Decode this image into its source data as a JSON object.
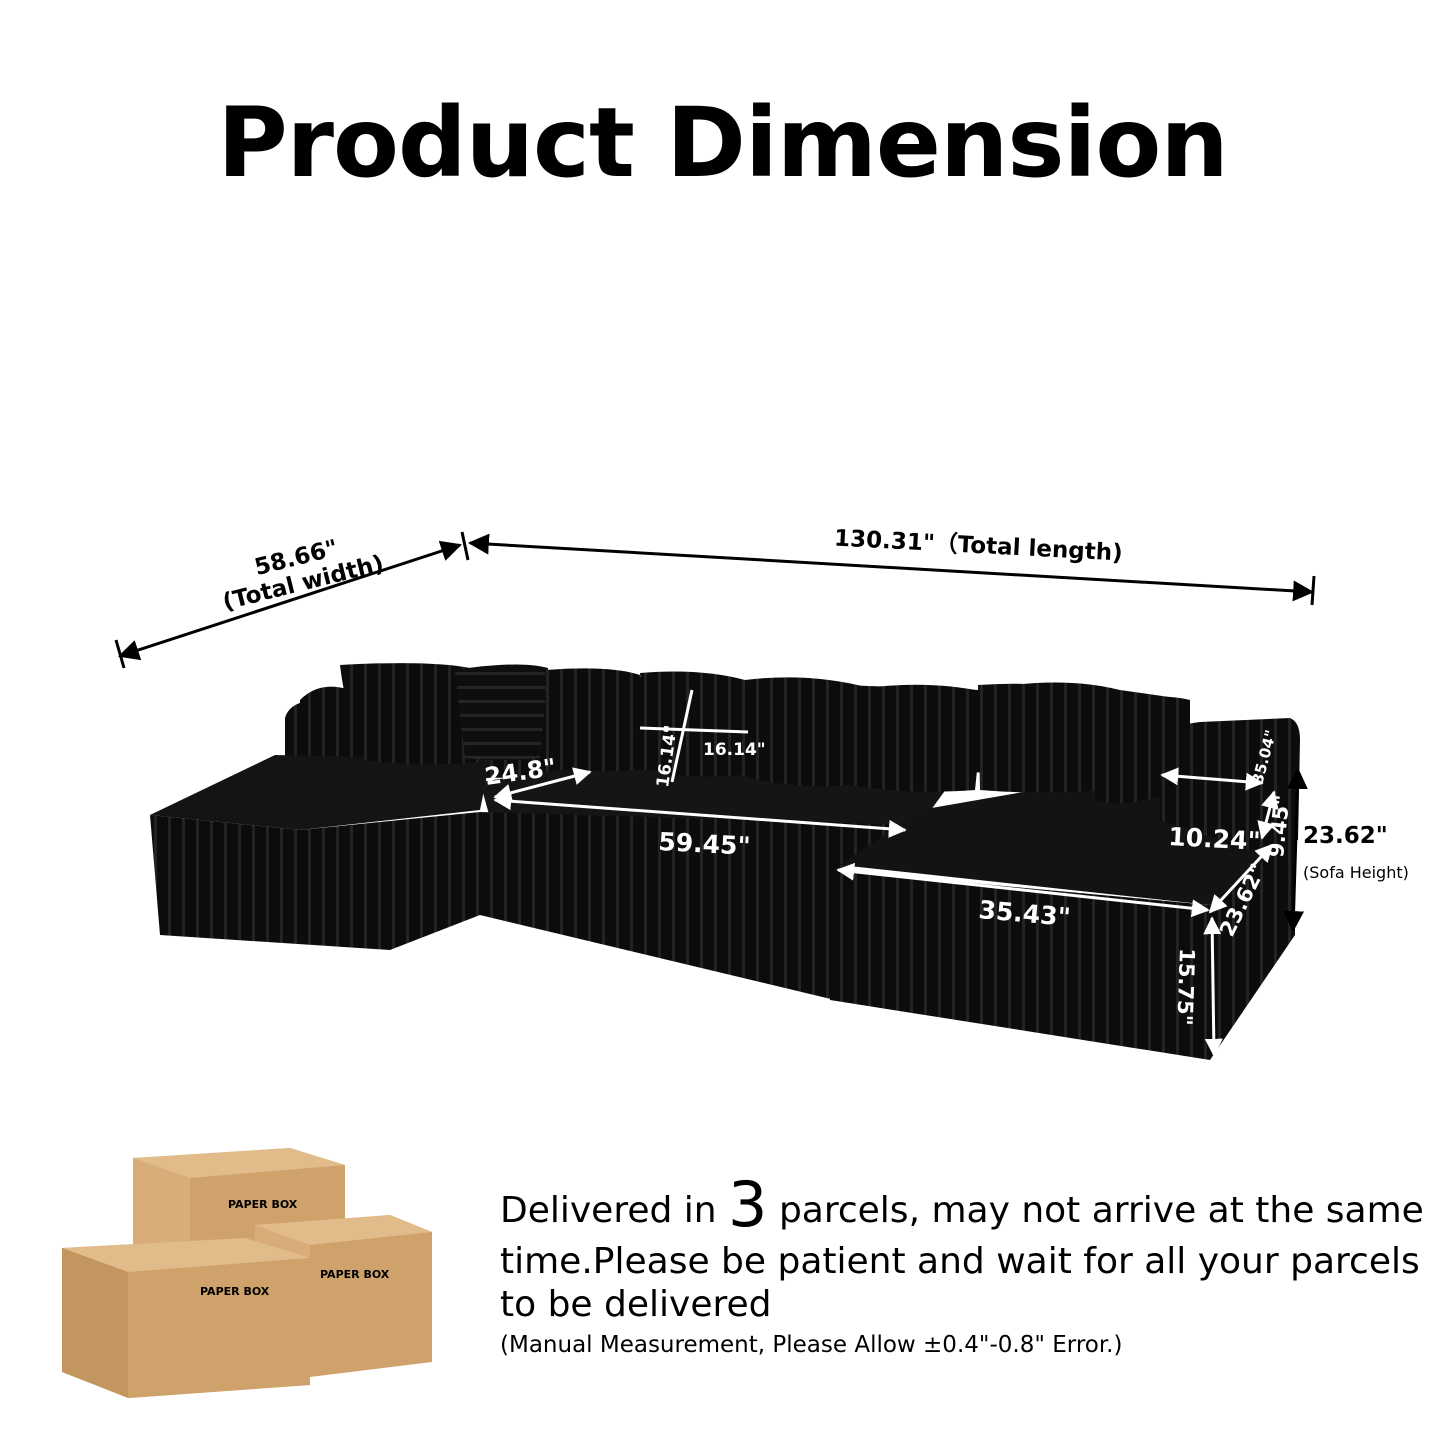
{
  "title": "Product Dimension",
  "colors": {
    "sofa": "#0c0c0c",
    "sofa_rib": "#262626",
    "box": "#d8ad7a",
    "box_dark": "#c3965f",
    "tape": "#bfae8f"
  },
  "dimensions": {
    "total_width_value": "58.66\"",
    "total_width_caption": "(Total width)",
    "total_length": "130.31\"（Total length)",
    "seat_depth": "24.8\"",
    "pillow_height": "16.14\"",
    "pillow_width": "16.14\"",
    "middle_length": "59.45\"",
    "chaise_length": "35.43\"",
    "arm_width": "10.24\"",
    "arm_top": "35.04\"",
    "arm_height": "9.45\"",
    "chaise_depth": "23.62\"",
    "base_height": "15.75\"",
    "sofa_height_value": "23.62\"",
    "sofa_height_caption": "(Sofa Height)"
  },
  "boxes": {
    "label": "PAPER BOX"
  },
  "delivery": {
    "prefix": "Delivered in ",
    "count": "3",
    "suffix": " parcels, may not arrive at the same time.Please be patient and wait for all your parcels to be delivered",
    "disclaimer": "(Manual Measurement, Please Allow ±0.4\"-0.8\" Error.)"
  }
}
